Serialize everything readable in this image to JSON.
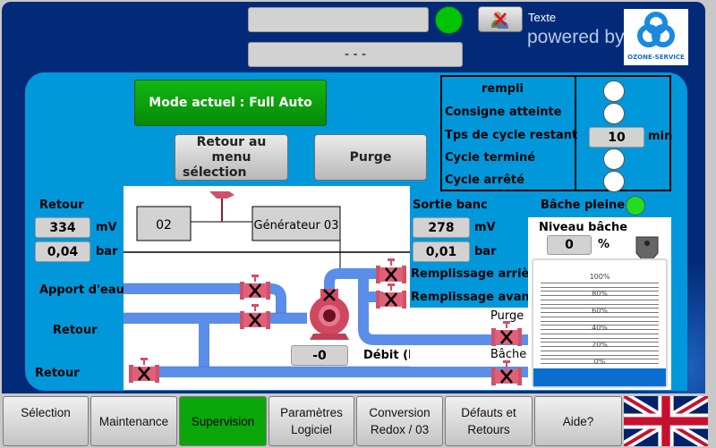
{
  "header": {
    "top_field_value": "",
    "status_lamp_color": "#00c400",
    "second_field_value": "- - -",
    "user_button_icon": "user-logout-icon",
    "texte_label": "Texte",
    "powered_by": "powered by",
    "logo_text": "OZONE-SERVICE"
  },
  "controls": {
    "mode_label": "Mode actuel : Full Auto",
    "return_menu_line1": "Retour au menu",
    "return_menu_line2": "sélection",
    "purge_label": "Purge"
  },
  "status": {
    "rows": [
      {
        "label": "rempli",
        "type": "lamp",
        "state": "off"
      },
      {
        "label": "Consigne atteinte",
        "type": "lamp",
        "state": "off"
      },
      {
        "label": "Tps de cycle restant",
        "type": "value",
        "value": "10",
        "unit": "min"
      },
      {
        "label": "Cycle terminé",
        "type": "lamp",
        "state": "off"
      },
      {
        "label": "Cycle arrêté",
        "type": "lamp",
        "state": "off"
      }
    ],
    "lamp_off_color": "#ffffff"
  },
  "retour": {
    "title": "Retour",
    "mv_value": "334",
    "mv_unit": "mV",
    "bar_value": "0,04",
    "bar_unit": "bar"
  },
  "sortie": {
    "title": "Sortie banc",
    "mv_value": "278",
    "mv_unit": "mV",
    "bar_value": "0,01",
    "bar_unit": "bar"
  },
  "diagram": {
    "o2_label": "02",
    "generator_label": "Générateur 03",
    "labels": {
      "apport": "Apport d'eau",
      "retour1": "Retour",
      "retour2": "Retour",
      "remplissage_arriere": "Remplissage arrière",
      "remplissage_avant": "Remplissage avant",
      "purge": "Purge",
      "bache": "Bâche",
      "debit": "Débit (lpm)"
    },
    "debit_value": "-0",
    "pipe_color": "#5b8ee8",
    "valve_color": "#e05a72"
  },
  "tank": {
    "full_label": "Bâche pleine",
    "full_lamp_color": "#22dd22",
    "level_label": "Niveau bâche",
    "level_value": "0",
    "level_unit": "%",
    "level_fraction": 0,
    "scale": [
      "100%",
      "80%",
      "60%",
      "40%",
      "20%",
      "0%"
    ],
    "fill_color": "#0a6fd1"
  },
  "nav": {
    "items": [
      {
        "line1": "Sélection",
        "line2": "",
        "active": false
      },
      {
        "line1": "Maintenance",
        "line2": "",
        "active": false
      },
      {
        "line1": "Supervision",
        "line2": "",
        "active": true
      },
      {
        "line1": "Paramètres",
        "line2": "Logiciel",
        "active": false
      },
      {
        "line1": "Conversion",
        "line2": "Redox / 03",
        "active": false
      },
      {
        "line1": "Défauts et",
        "line2": "Retours",
        "active": false
      },
      {
        "line1": "Aide?",
        "line2": "",
        "active": false
      }
    ],
    "language_icon": "uk-flag-icon"
  }
}
